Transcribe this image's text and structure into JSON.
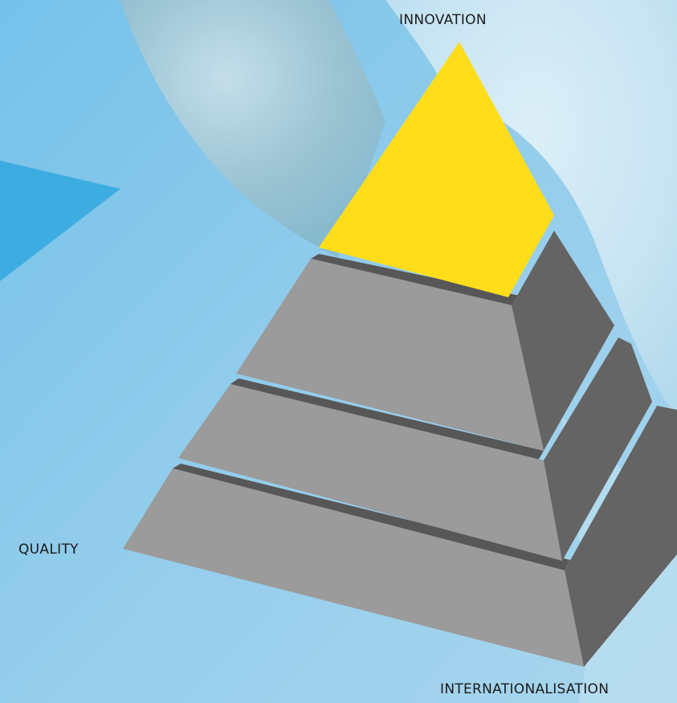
{
  "labels": {
    "top": "INNOVATION",
    "left": "QUALITY",
    "bottom": "INTERNATIONALISATION"
  },
  "colors": {
    "background": "#8ec9ea",
    "apex": "#ffdd1a",
    "tier_front": "#9b9b9b",
    "tier_side": "#646464",
    "tier_top": "#555555"
  }
}
